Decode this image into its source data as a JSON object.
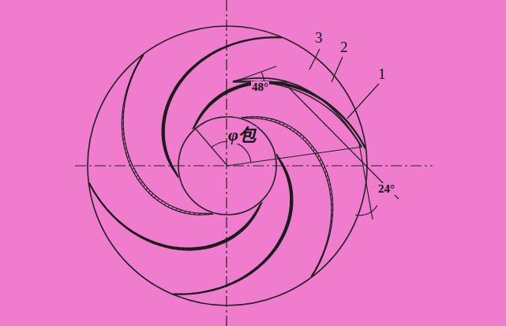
{
  "diagram": {
    "labels": [
      "3",
      "2",
      "1",
      "48°",
      "φ包",
      "24°"
    ]
  }
}
